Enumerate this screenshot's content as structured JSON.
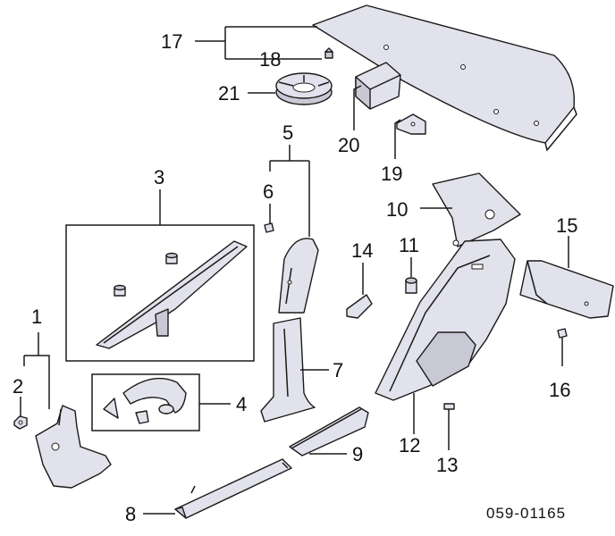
{
  "diagram": {
    "callouts": {
      "c1": "1",
      "c2": "2",
      "c3": "3",
      "c4": "4",
      "c5": "5",
      "c6": "6",
      "c7": "7",
      "c8": "8",
      "c9": "9",
      "c10": "10",
      "c11": "11",
      "c12": "12",
      "c13": "13",
      "c14": "14",
      "c15": "15",
      "c16": "16",
      "c17": "17",
      "c18": "18",
      "c19": "19",
      "c20": "20",
      "c21": "21"
    },
    "reference_code": "059-01165"
  }
}
